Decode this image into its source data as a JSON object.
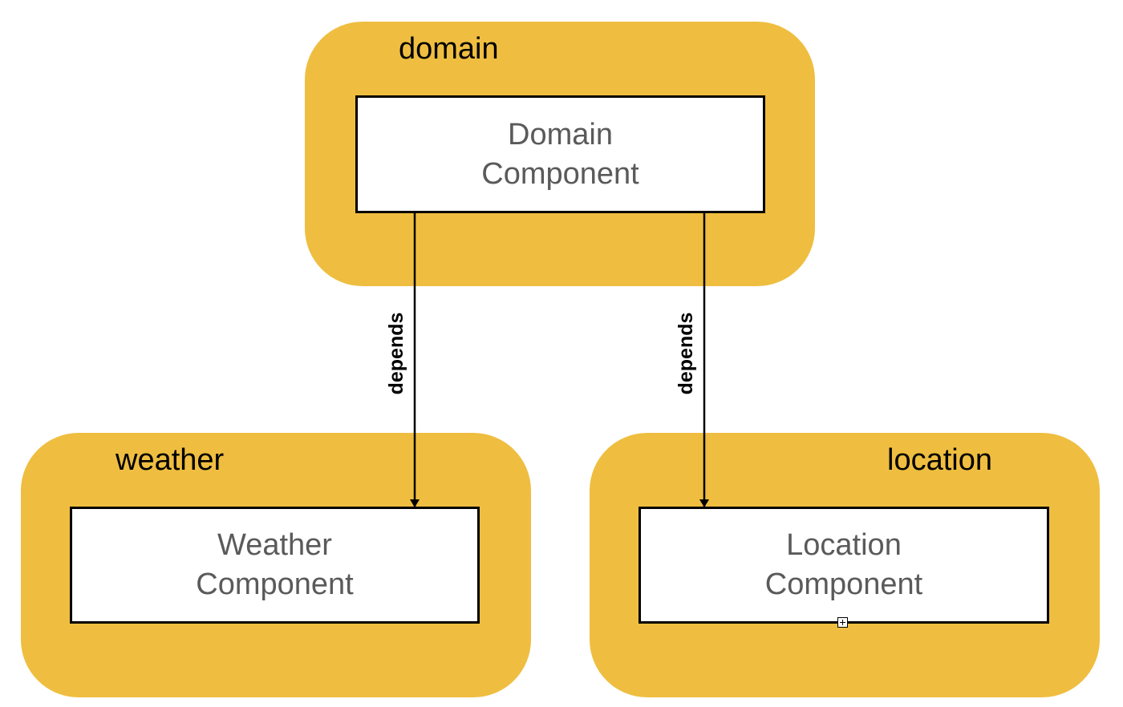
{
  "colors": {
    "module_fill": "#EFBE40",
    "component_fill": "#FFFFFF",
    "component_text": "#5A5A5A",
    "line": "#000000"
  },
  "modules": {
    "domain": {
      "label": "domain",
      "component": {
        "line1": "Domain",
        "line2": "Component"
      }
    },
    "weather": {
      "label": "weather",
      "component": {
        "line1": "Weather",
        "line2": "Component"
      }
    },
    "location": {
      "label": "location",
      "component": {
        "line1": "Location",
        "line2": "Component"
      }
    }
  },
  "edges": [
    {
      "from": "domain",
      "to": "weather",
      "label": "depends"
    },
    {
      "from": "domain",
      "to": "location",
      "label": "depends"
    }
  ]
}
